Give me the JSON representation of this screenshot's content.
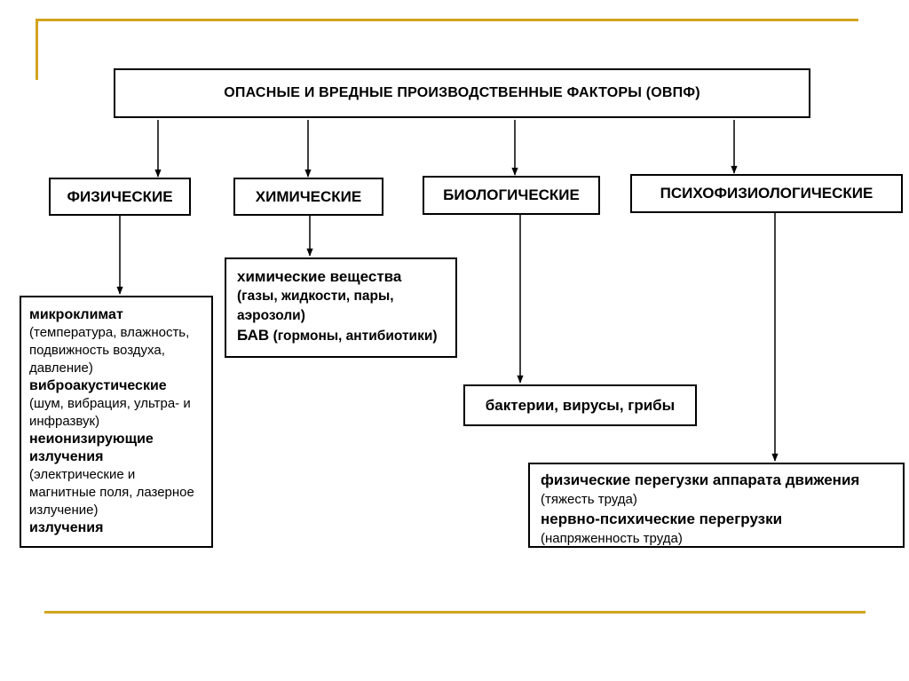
{
  "page": {
    "background_color": "#ffffff",
    "accent_line_color": "#D2A41F",
    "box_border_color": "#000000"
  },
  "root_box": {
    "label": "ОПАСНЫЕ И ВРЕДНЫЕ ПРОИЗВОДСТВЕННЫЕ ФАКТОРЫ (ОВПФ)"
  },
  "category_boxes": {
    "physical": {
      "label": "ФИЗИЧЕСКИЕ"
    },
    "chemical": {
      "label": "ХИМИЧЕСКИЕ"
    },
    "biological": {
      "label": "БИОЛОГИЧЕСКИЕ"
    },
    "psychophysiological": {
      "label": "ПСИХОФИЗИОЛОГИЧЕСКИЕ"
    }
  },
  "physical_detail_box": {
    "items": [
      {
        "text": "микроклимат",
        "style": "bold"
      },
      {
        "text": "(температура, влажность, подвижность воздуха, давление)",
        "style": "regular"
      },
      {
        "text": "виброакустические",
        "style": "bold"
      },
      {
        "text": "(шум, вибрация, ультра- и инфразвук)",
        "style": "regular"
      },
      {
        "text": "неионизирующие излучения",
        "style": "bold"
      },
      {
        "text": "(электрические и магнитные поля, лазерное излучение)",
        "style": "regular"
      },
      {
        "text": "излучения",
        "style": "bold"
      }
    ]
  },
  "chemical_detail_box": {
    "title": "химические вещества",
    "subtitle": "(газы, жидкости, пары, аэрозоли)",
    "bav_label": "БАВ",
    "bav_note": "(гормоны, антибиотики)"
  },
  "biological_detail_box": {
    "label": "бактерии, вирусы, грибы"
  },
  "psycho_detail_box": {
    "line1_title": "физические перегузки аппарата движения",
    "line1_note": "(тяжесть труда)",
    "line2_title": "нервно-психические перегрузки",
    "line2_note": "(напряженность труда)"
  }
}
